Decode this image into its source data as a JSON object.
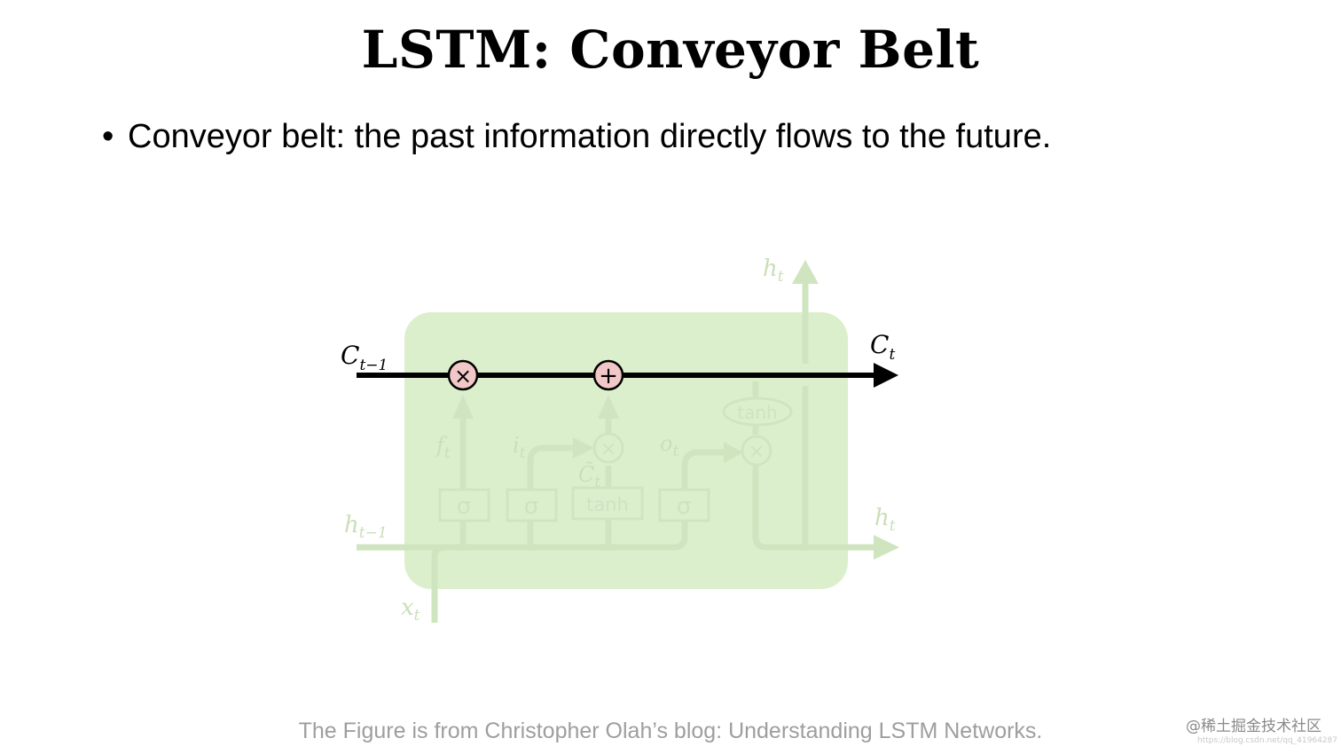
{
  "slide": {
    "title": "LSTM: Conveyor Belt",
    "bullet": "Conveyor belt: the past information directly flows to the future.",
    "caption": "The Figure is from Christopher Olah’s blog: Understanding LSTM Networks.",
    "watermark": "@稀土掘金技术社区",
    "watermark_url": "https://blog.csdn.net/qq_41964287"
  },
  "diagram": {
    "labels": {
      "c_prev": "C",
      "c_prev_sub": "t−1",
      "c_next": "C",
      "c_next_sub": "t",
      "h_top": "h",
      "h_top_sub": "t",
      "h_right": "h",
      "h_right_sub": "t",
      "h_prev": "h",
      "h_prev_sub": "t−1",
      "x_in": "x",
      "x_in_sub": "t",
      "f_gate": "f",
      "f_gate_sub": "t",
      "i_gate": "i",
      "i_gate_sub": "t",
      "o_gate": "o",
      "o_gate_sub": "t",
      "c_tilde": "C̃",
      "c_tilde_sub": "t"
    },
    "operators": {
      "multiply": "×",
      "add": "+"
    },
    "gates": [
      "σ",
      "σ",
      "tanh",
      "σ"
    ],
    "tanh_label": "tanh",
    "colors": {
      "cell_fill": "#dcefcc",
      "faded_line": "#cfe5bf",
      "conveyor": "#000000",
      "op_circle": "#f2c7c7"
    }
  }
}
